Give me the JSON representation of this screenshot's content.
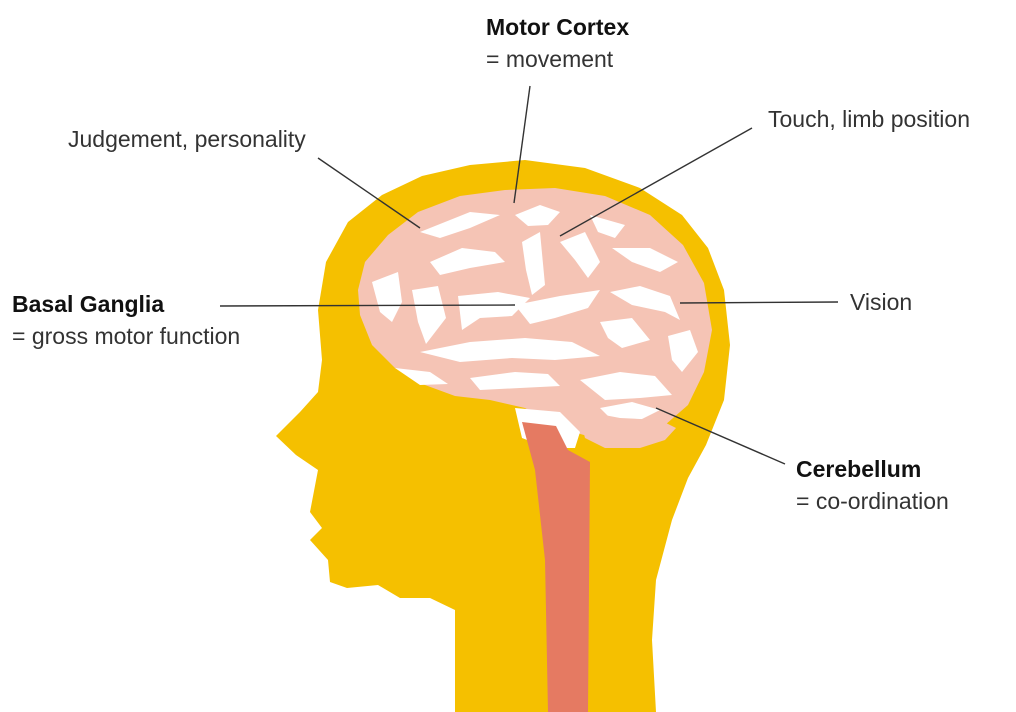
{
  "colors": {
    "head": "#f5c000",
    "brain": "#f5c4b5",
    "brain_gaps": "#ffffff",
    "spinal_cord": "#e57a62",
    "leader_lines": "#333333",
    "text": "#333333"
  },
  "labels": {
    "motor_cortex": {
      "title": "Motor Cortex",
      "sub": "= movement"
    },
    "judgement": {
      "text": "Judgement, personality"
    },
    "touch": {
      "text": "Touch, limb position"
    },
    "basal_ganglia": {
      "title": "Basal Ganglia",
      "sub": "= gross motor function"
    },
    "vision": {
      "text": "Vision"
    },
    "cerebellum": {
      "title": "Cerebellum",
      "sub": "= co-ordination"
    }
  }
}
